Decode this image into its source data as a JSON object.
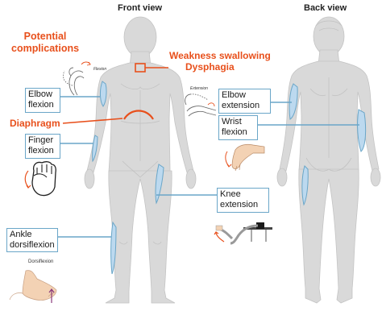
{
  "colors": {
    "accent": "#e8501c",
    "muscle_fill": "#bcd9ef",
    "muscle_stroke": "#6aa6c8",
    "body_fill": "#d9d9d9"
  },
  "headings": {
    "front_view": "Front view",
    "back_view": "Back view"
  },
  "complications": {
    "line1": "Potential",
    "line2": "complications"
  },
  "warnings": {
    "swallowing": "Weakness swallowing",
    "dysphagia": "Dysphagia",
    "diaphragm": "Diaphragm"
  },
  "labels": {
    "elbow_flexion": [
      "Elbow",
      "flexion"
    ],
    "finger_flexion": [
      "Finger",
      "flexion"
    ],
    "ankle_dorsiflexion": [
      "Ankle",
      "dorsiflexion"
    ],
    "elbow_extension": [
      "Elbow",
      "extension"
    ],
    "wrist_flexion": [
      "Wrist",
      "flexion"
    ],
    "knee_extension": [
      "Knee",
      "extension"
    ]
  },
  "inset_captions": {
    "flexion": "Flexion",
    "extension": "Extension",
    "dorsiflexion": "Dorsiflexion"
  },
  "icons": [
    "elbow-flexion-arm-icon",
    "elbow-extension-arm-icon",
    "fist-icon",
    "wrist-flexion-hand-icon",
    "knee-extension-leg-icon",
    "foot-dorsiflexion-icon"
  ]
}
